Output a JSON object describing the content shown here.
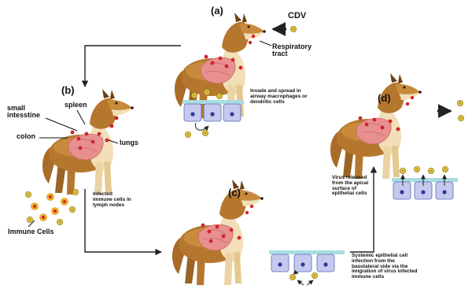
{
  "stages": {
    "a": {
      "letter": "(a)",
      "virus_label": "CDV",
      "organ_line1": "Respiratory",
      "organ_line2": "tract",
      "note_line1": "Invade and spread in",
      "note_line2": "airway macrophages or",
      "note_line3": "dendritic cells"
    },
    "b": {
      "letter": "(b)",
      "spleen": "spleen",
      "small_intestine_line1": "small",
      "small_intestine_line2": "intesstine",
      "colon": "colon",
      "lungs": "lungs",
      "note_line1": "Infected",
      "note_line2": "immune cells in",
      "note_line3": "lymph nodes",
      "immune_cells": "Immune Cells"
    },
    "c": {
      "letter": "(c)",
      "note_line1": "Systemic epithelial cell",
      "note_line2": "infection from the",
      "note_line3": "basolateral side via the",
      "note_line4": "imigration of virus infected",
      "note_line5": "immune cells"
    },
    "d": {
      "letter": "(d)",
      "note_line1": "Virus released",
      "note_line2": "from the apical",
      "note_line3": "surface of",
      "note_line4": "epithelial cells"
    }
  },
  "colors": {
    "fur": "#b5772e",
    "fur_dark": "#6b3f14",
    "fur_light": "#f2dfb8",
    "organ": "#e88f8f",
    "lesion": "#d3242b",
    "virus": "#e0c242",
    "cell_fill": "#c6c9ee",
    "nucleus": "#2b3a98",
    "cilia": "#a9dde0",
    "arrow": "#222222"
  },
  "icons": [
    "dog-illustration",
    "virus-particle-icon",
    "epithelial-cell-icon",
    "immune-cell-icon",
    "arrow-icon"
  ]
}
